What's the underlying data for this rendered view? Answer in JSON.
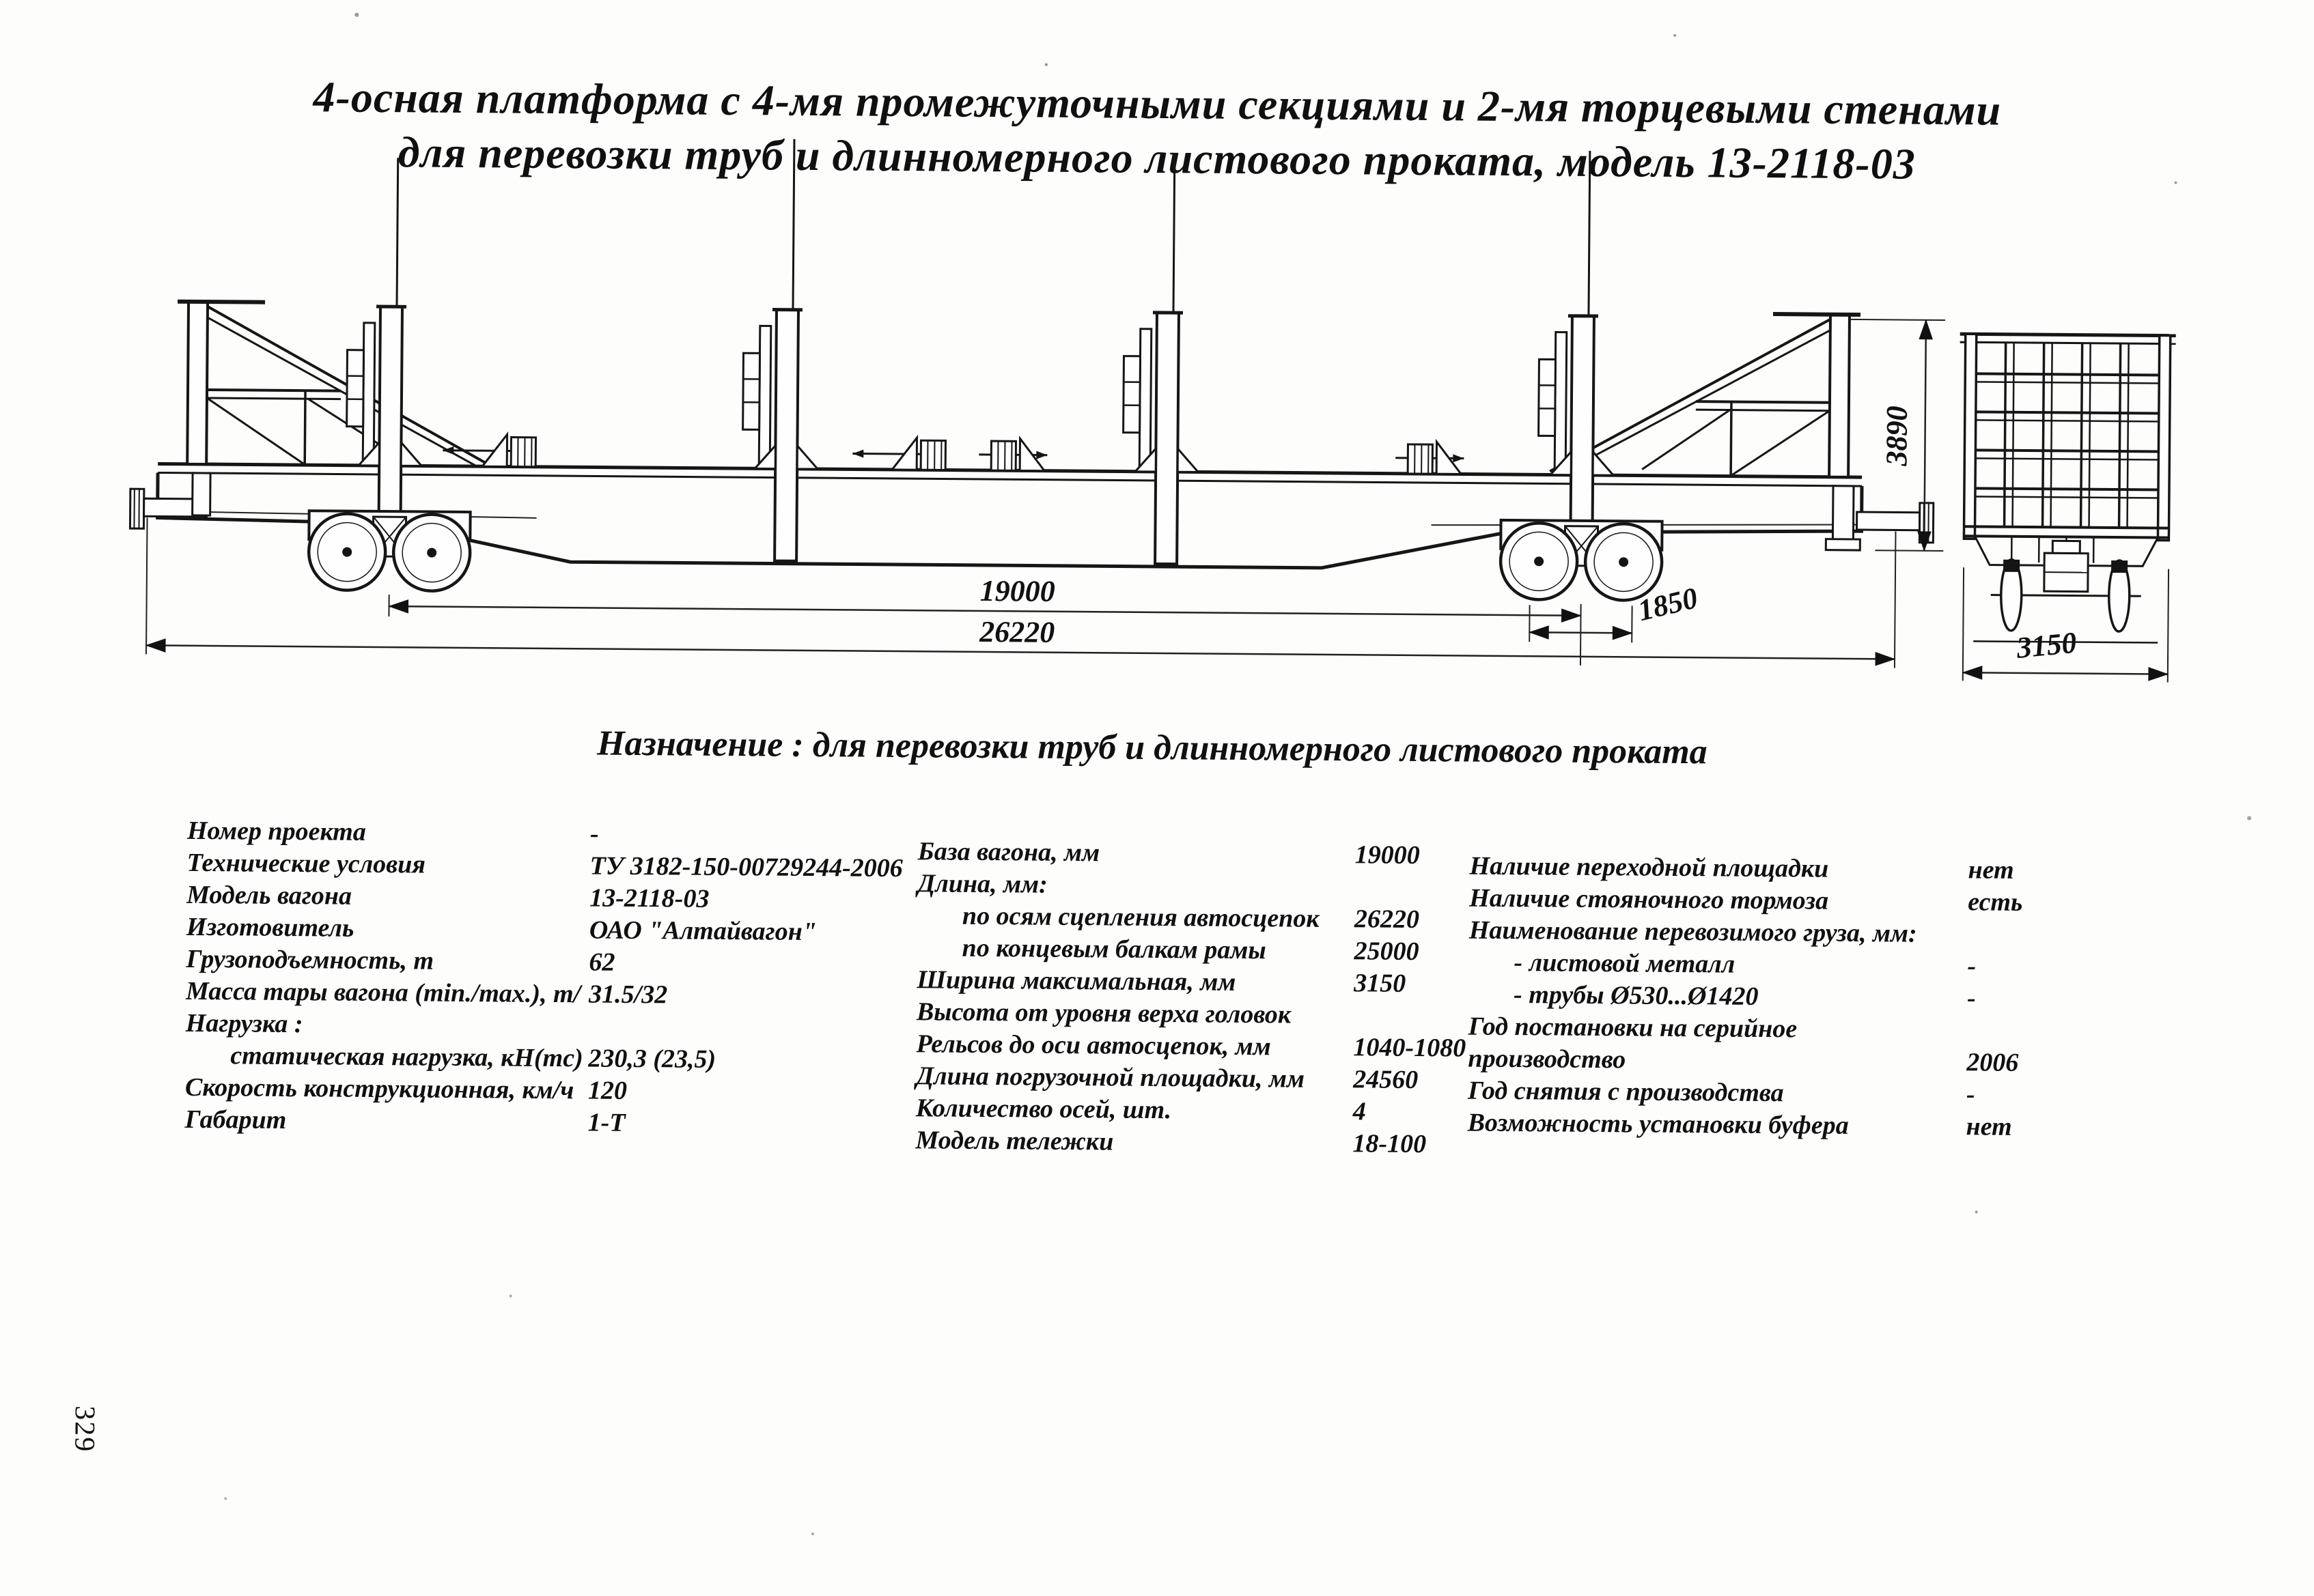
{
  "page": {
    "number": "329"
  },
  "title": {
    "line1": "4-осная платформа с 4-мя промежуточными секциями и 2-мя торцевыми стенами",
    "line2": "для перевозки труб и длинномерного листового проката, модель 13-2118-03"
  },
  "purpose": "Назначение : для перевозки труб и длинномерного листового проката",
  "drawing": {
    "dims": {
      "wagon_base": "19000",
      "length_over_couplers": "26220",
      "bogie_wheelbase": "1850",
      "height": "3890",
      "width": "3150"
    }
  },
  "specs": {
    "col1": [
      {
        "label": "Номер проекта",
        "value": "-"
      },
      {
        "label": "Технические условия",
        "value": "ТУ 3182-150-00729244-2006"
      },
      {
        "label": "Модель вагона",
        "value": "13-2118-03"
      },
      {
        "label": "Изготовитель",
        "value": "ОАО \"Алтайвагон\""
      },
      {
        "label": "Грузоподъемность, т",
        "value": "62"
      },
      {
        "label": "Масса тары вагона (min./max.), т/",
        "value": "31.5/32"
      },
      {
        "label": "Нагрузка :",
        "value": ""
      },
      {
        "label": "статическая нагрузка, кН(тс)",
        "value": "230,3 (23,5)",
        "indent": true
      },
      {
        "label": "Скорость конструкционная, км/ч",
        "value": "120"
      },
      {
        "label": "Габарит",
        "value": "1-Т"
      }
    ],
    "col2": [
      {
        "label": "База вагона, мм",
        "value": "19000"
      },
      {
        "label": "Длина, мм:",
        "value": ""
      },
      {
        "label": "по осям сцепления автосцепок",
        "value": "26220",
        "indent": true
      },
      {
        "label": "по концевым балкам рамы",
        "value": "25000",
        "indent": true
      },
      {
        "label": "Ширина максимальная, мм",
        "value": "3150"
      },
      {
        "label": "Высота от уровня верха головок",
        "value": ""
      },
      {
        "label": "Рельсов  до оси автосцепок, мм",
        "value": "1040-1080"
      },
      {
        "label": "Длина погрузочной площадки, мм",
        "value": "24560"
      },
      {
        "label": "Количество осей, шт.",
        "value": "4"
      },
      {
        "label": "Модель тележки",
        "value": "18-100"
      }
    ],
    "col3": [
      {
        "label": "Наличие переходной площадки",
        "value": "нет"
      },
      {
        "label": "Наличие стояночного тормоза",
        "value": "есть"
      },
      {
        "label": "Наименование перевозимого груза, мм:",
        "value": ""
      },
      {
        "label": "- листовой металл",
        "value": "-",
        "indent": true
      },
      {
        "label": "- трубы Ø530...Ø1420",
        "value": "-",
        "indent": true
      },
      {
        "label": "Год постановки на серийное",
        "value": ""
      },
      {
        "label": "производство",
        "value": "2006"
      },
      {
        "label": "Год снятия с производства",
        "value": "-"
      },
      {
        "label": "Возможность установки буфера",
        "value": "нет"
      }
    ]
  }
}
